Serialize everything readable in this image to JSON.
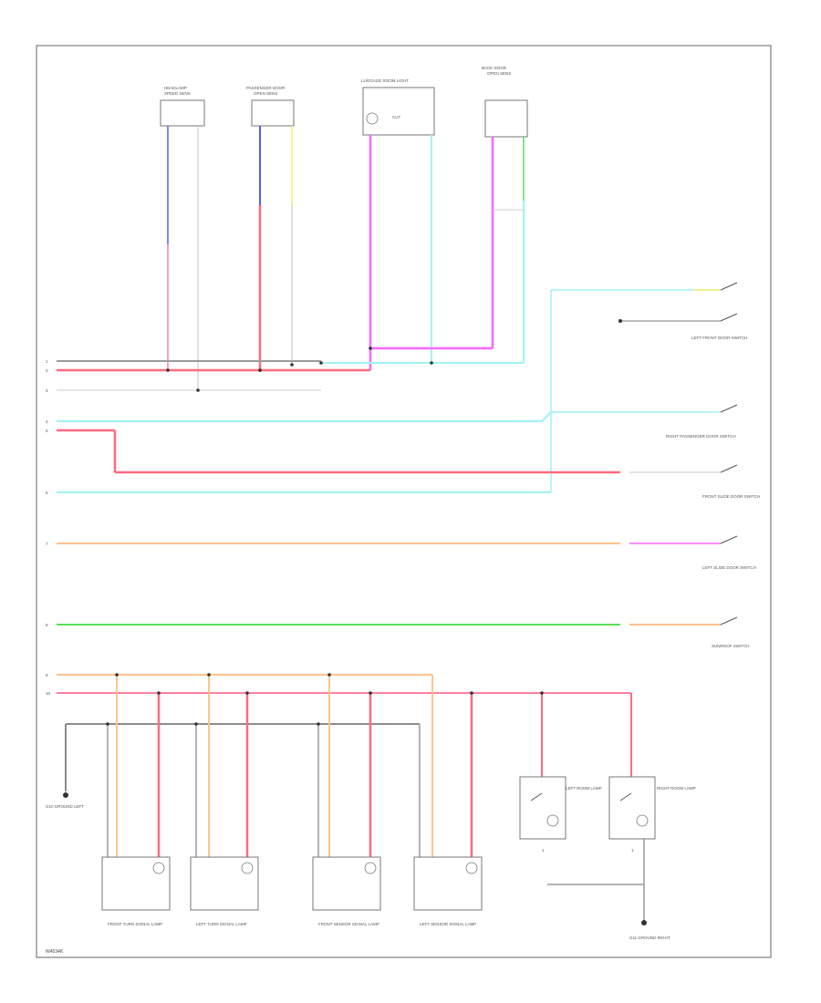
{
  "frame": {
    "footer_code": "W4534K"
  },
  "colors": {
    "blue": "#5a5aff",
    "pink": "#ff7f9e",
    "red": "#ff6b7d",
    "magenta": "#ff66ff",
    "cyan": "#9ff2f7",
    "cyan_dark": "#7fe6ef",
    "yellow": "#f4f06a",
    "green": "#59e059",
    "orange": "#ffc38a",
    "gray": "#9a9a9a",
    "black": "#333333"
  },
  "top_components": {
    "headlamp": {
      "label": "HEADLAMP",
      "sub": "SPEED SENS"
    },
    "passenger_door": {
      "label": "PASSENGER DOOR",
      "sub": "OPEN SENS"
    },
    "luggage_room": {
      "label": "LUGGAGE ROOM LIGHT",
      "sub": "CUT"
    },
    "back_door": {
      "label": "BACK DOOR",
      "sub": "OPEN SENS"
    }
  },
  "switches": {
    "left_front_door": {
      "label": "LEFT FRONT DOOR SWITCH"
    },
    "right_passenger_door": {
      "label": "RIGHT PASSENGER DOOR SWITCH"
    },
    "front_slide_door": {
      "label": "FRONT SLIDE DOOR SWITCH"
    },
    "left_slide_door": {
      "label": "LEFT SLIDE DOOR SWITCH"
    },
    "sunroof": {
      "label": "SUNROOF SWITCH"
    }
  },
  "connectors": {
    "row_labels": [
      "1",
      "2",
      "3",
      "4",
      "5",
      "6",
      "7",
      "8",
      "9",
      "10"
    ]
  },
  "lamps": {
    "left_room": {
      "label": "LEFT ROOM LAMP",
      "num": "1"
    },
    "right_room": {
      "label": "RIGHT ROOM LAMP",
      "num": "1"
    },
    "bottom": [
      {
        "label": "FRONT TURN SIGNAL LAMP"
      },
      {
        "label": "LEFT TURN SIGNAL LAMP"
      },
      {
        "label": "FRONT SENSOR SIGNAL LAMP"
      },
      {
        "label": "LEFT SENSOR SIGNAL LAMP"
      }
    ]
  },
  "grounds": {
    "left": {
      "label": "G10 GROUND LEFT"
    },
    "bottom": {
      "label": "G11 GROUND RIGHT"
    }
  }
}
